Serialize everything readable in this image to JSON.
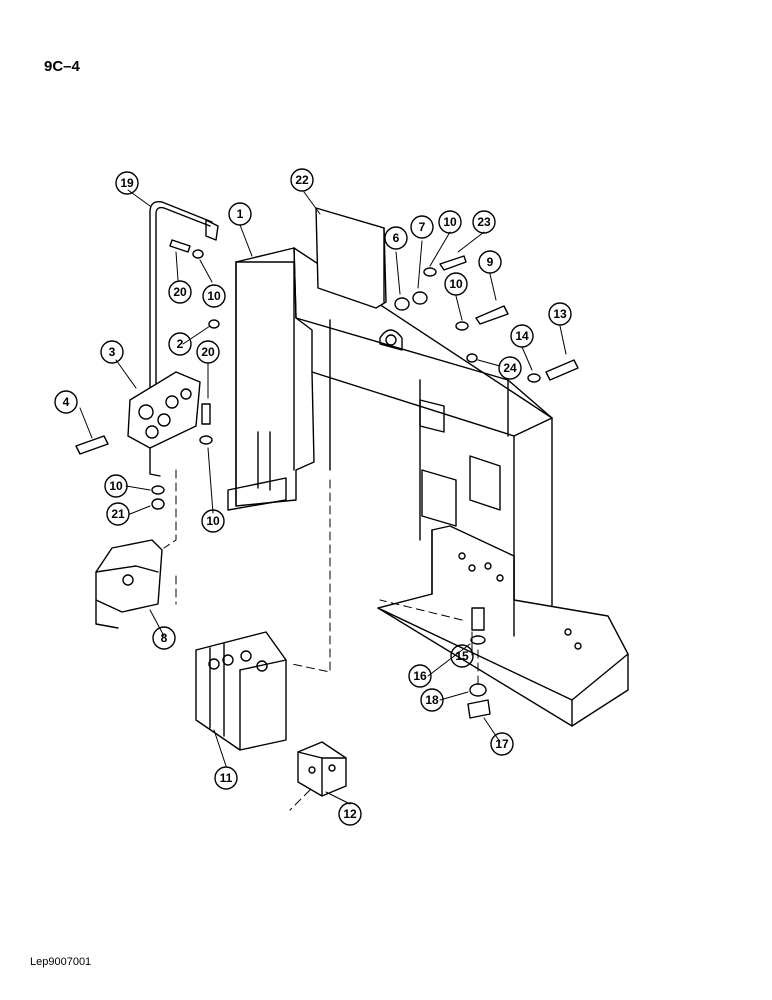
{
  "page": {
    "code": "9C–4",
    "drawing_id": "Lep9007001"
  },
  "colors": {
    "ink": "#000000",
    "paper": "#ffffff"
  },
  "callouts": [
    "1",
    "2",
    "3",
    "4",
    "6",
    "7",
    "8",
    "9",
    "10",
    "10",
    "10",
    "10",
    "10",
    "11",
    "12",
    "13",
    "14",
    "15",
    "16",
    "17",
    "18",
    "19",
    "20",
    "20",
    "21",
    "22",
    "23",
    "24"
  ]
}
